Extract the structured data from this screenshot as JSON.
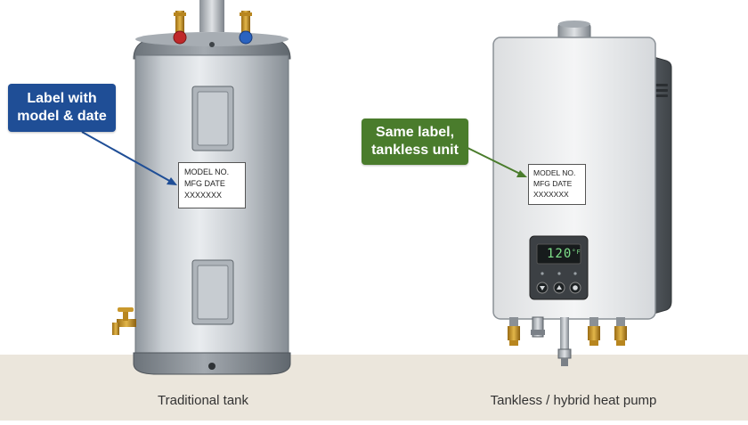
{
  "captions": {
    "left": "Traditional tank",
    "right": "Tankless / hybrid heat pump"
  },
  "callouts": {
    "left": {
      "line1": "Label with",
      "line2": "model & date",
      "color": "#1f4e96"
    },
    "right": {
      "line1": "Same label,",
      "line2": "tankless unit",
      "color": "#4a7c2c"
    }
  },
  "plates": {
    "left": {
      "line1": "MODEL NO.",
      "line2": "MFG DATE",
      "line3": "XXXXXXX"
    },
    "right": {
      "line1": "MODEL NO.",
      "line2": "MFG DATE",
      "line3": "XXXXXXX"
    }
  },
  "display": {
    "temperature": "120",
    "unit": "°F"
  },
  "icons": [
    "hot-water-valve-icon",
    "cold-water-valve-icon",
    "drain-valve-icon",
    "down-arrow-button-icon",
    "up-arrow-button-icon",
    "power-button-icon"
  ],
  "colors": {
    "floor": "#ebe6dc",
    "tank_body": "#c6cbd0",
    "tankless_body": "#eeeff0",
    "hot": "#c0282a",
    "cold": "#2a63c0"
  }
}
